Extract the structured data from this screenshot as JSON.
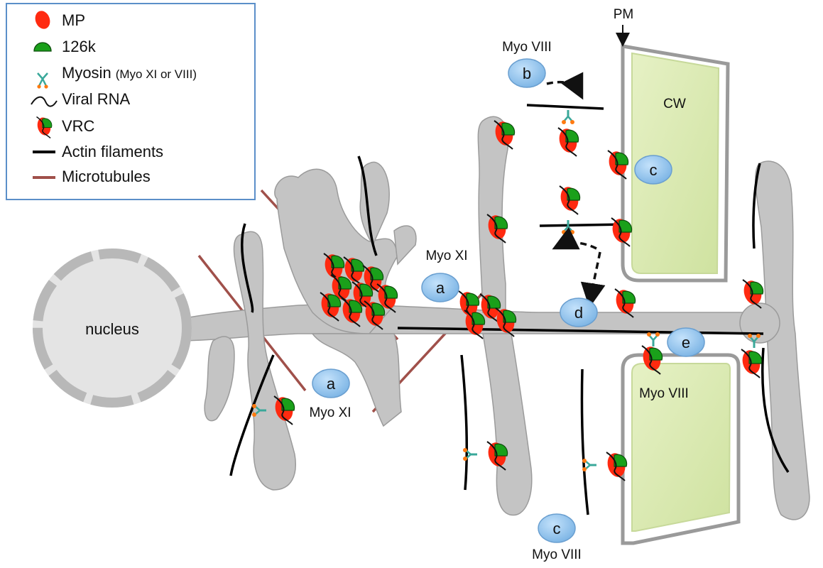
{
  "legend": {
    "mp": "MP",
    "k126": "126k",
    "myosin": "Myosin",
    "myosin_note": "(Myo XI or VIII)",
    "viral_rna": "Viral RNA",
    "vrc": "VRC",
    "actin": "Actin filaments",
    "microtubules": "Microtubules"
  },
  "labels": {
    "nucleus": "nucleus",
    "pm": "PM",
    "cw": "CW",
    "myo_xi_top": "Myo XI",
    "myo_xi_bottom": "Myo XI",
    "myo_viii_top": "Myo VIII",
    "myo_viii_right": "Myo VIII",
    "myo_viii_bottom": "Myo VIII"
  },
  "nodes": {
    "a_top": "a",
    "a_bottom": "a",
    "b": "b",
    "c_top": "c",
    "c_bottom": "c",
    "d": "d",
    "e": "e"
  },
  "colors": {
    "mp": "#ff2a10",
    "k126": "#1aa01a",
    "er_fill": "#c4c4c4",
    "cell_wall": "#d9e9b0",
    "microtubule": "#a0504a",
    "node": "#8fc2ea",
    "legend_border": "#5b8fc9"
  }
}
